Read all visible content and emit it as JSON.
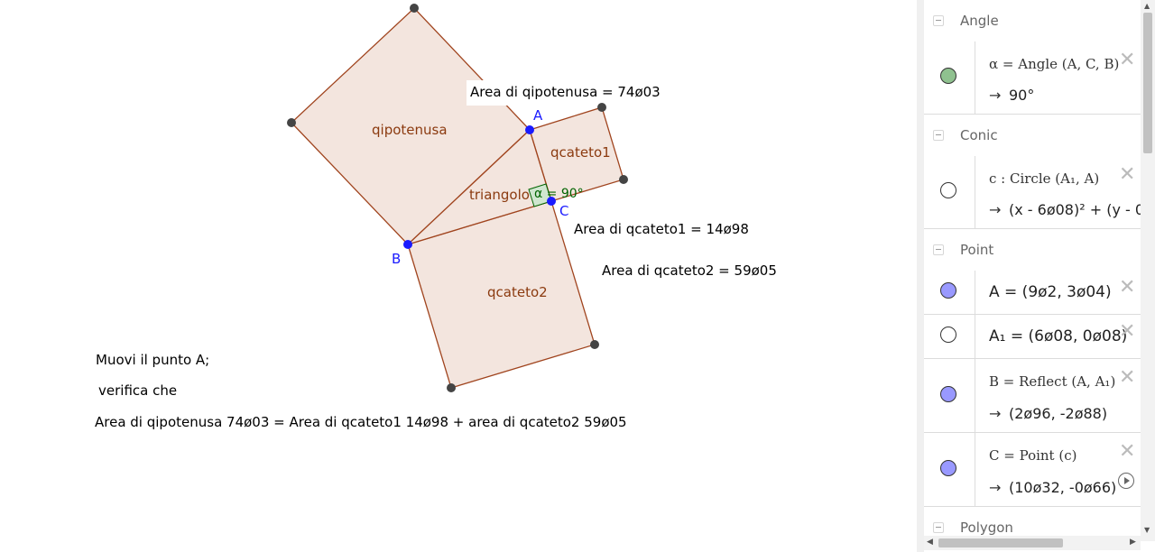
{
  "graphics": {
    "labels": {
      "qipotenusa": "qipotenusa",
      "qcateto1": "qcateto1",
      "qcateto2": "qcateto2",
      "triangolo": "triangolo",
      "alpha": "α = 90°",
      "alpha_symbol": "α",
      "point_A": "A",
      "point_B": "B",
      "point_C": "C"
    },
    "texts": {
      "area_ipotenusa": "Area di qipotenusa = 74ø03",
      "area_cateto1": "Area di qcateto1 = 14ø98",
      "area_cateto2": "Area di qcateto2 = 59ø05",
      "instruction1": "Muovi il punto A;",
      "instruction2": "verifica che",
      "equation": "Area di qipotenusa 74ø03  = Area di qcateto1  14ø98 + area di qcateto2  59ø05"
    },
    "colors": {
      "polygon_fill": "#f3e5de",
      "polygon_stroke": "#a0441e",
      "polygon_label": "#8b3a0f",
      "free_point": "#1a1aff",
      "vertex_point": "#444444",
      "angle_color": "#006400",
      "point_label": "#1a1aff"
    }
  },
  "algebra": {
    "categories": {
      "angle": "Angle",
      "conic": "Conic",
      "point": "Point",
      "polygon": "Polygon"
    },
    "items": [
      {
        "definition": "α = Angle (A, C, B)",
        "value": "90°",
        "marble": "#8fc18f",
        "filled": true
      },
      {
        "definition": "c : Circle (A₁, A)",
        "value": "(x - 6ø08)² + (y - 0",
        "marble": "#ffffff",
        "filled": false
      },
      {
        "definition": "A = (9ø2, 3ø04)",
        "value": "",
        "marble": "#9999ff",
        "filled": true
      },
      {
        "definition": "A₁ = (6ø08, 0ø08)",
        "value": "",
        "marble": "#ffffff",
        "filled": false
      },
      {
        "definition": "B = Reflect (A, A₁)",
        "value": "(2ø96, -2ø88)",
        "marble": "#9999ff",
        "filled": true
      },
      {
        "definition": "C = Point (c)",
        "value": "(10ø32, -0ø66)",
        "marble": "#9999ff",
        "filled": true
      }
    ],
    "arrow": "→",
    "delete_glyph": "✕"
  }
}
